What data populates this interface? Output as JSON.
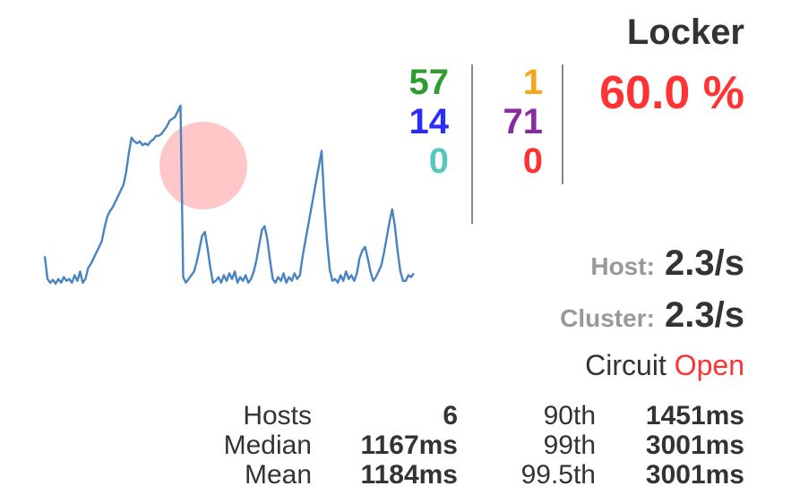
{
  "card": {
    "title": "Locker",
    "counts": {
      "success": "57",
      "short_circuited": "14",
      "bad_request": "0",
      "timeout": "1",
      "rejected": "71",
      "failure": "0"
    },
    "error_percentage": "60.0 %",
    "host_rate_label": "Host:",
    "host_rate_value": "2.3/s",
    "cluster_rate_label": "Cluster:",
    "cluster_rate_value": "2.3/s",
    "circuit_label": "Circuit",
    "circuit_status": "Open",
    "stats_left": [
      {
        "label": "Hosts",
        "value": "6"
      },
      {
        "label": "Median",
        "value": "1167ms"
      },
      {
        "label": "Mean",
        "value": "1184ms"
      }
    ],
    "stats_right": [
      {
        "label": "90th",
        "value": "1451ms"
      },
      {
        "label": "99th",
        "value": "3001ms"
      },
      {
        "label": "99.5th",
        "value": "3001ms"
      }
    ]
  },
  "colors": {
    "success": "#2e9c2e",
    "short_circuited": "#2b2bff",
    "bad_request": "#55c7c0",
    "timeout": "#f2a81a",
    "rejected": "#8b2ba0",
    "failure": "#ff3333",
    "circuit_open": "#ff3333",
    "sparkline": "#4a84c0",
    "health_circle": "#ffb4b4"
  },
  "chart_data": {
    "type": "line",
    "series": [
      {
        "values": [
          30,
          6,
          2,
          5,
          1,
          6,
          2,
          8,
          4,
          6,
          2,
          10,
          4,
          14,
          2,
          6,
          18,
          22,
          28,
          34,
          40,
          46,
          60,
          72,
          78,
          82,
          88,
          94,
          100,
          106,
          120,
          140,
          156,
          152,
          150,
          152,
          148,
          150,
          148,
          152,
          154,
          158,
          158,
          160,
          164,
          168,
          174,
          176,
          178,
          184,
          190,
          8,
          2,
          6,
          10,
          14,
          24,
          38,
          52,
          56,
          38,
          18,
          2,
          4,
          8,
          2,
          10,
          4,
          12,
          6,
          14,
          2,
          8,
          4,
          10,
          2,
          6,
          14,
          26,
          42,
          58,
          62,
          48,
          26,
          6,
          2,
          8,
          4,
          12,
          2,
          8,
          4,
          12,
          6,
          10,
          30,
          46,
          62,
          78,
          94,
          110,
          126,
          142,
          88,
          46,
          16,
          4,
          6,
          2,
          10,
          4,
          14,
          6,
          10,
          4,
          12,
          28,
          36,
          40,
          28,
          14,
          4,
          8,
          14,
          20,
          34,
          50,
          66,
          80,
          62,
          36,
          14,
          4,
          4,
          10,
          8,
          12
        ]
      }
    ]
  }
}
